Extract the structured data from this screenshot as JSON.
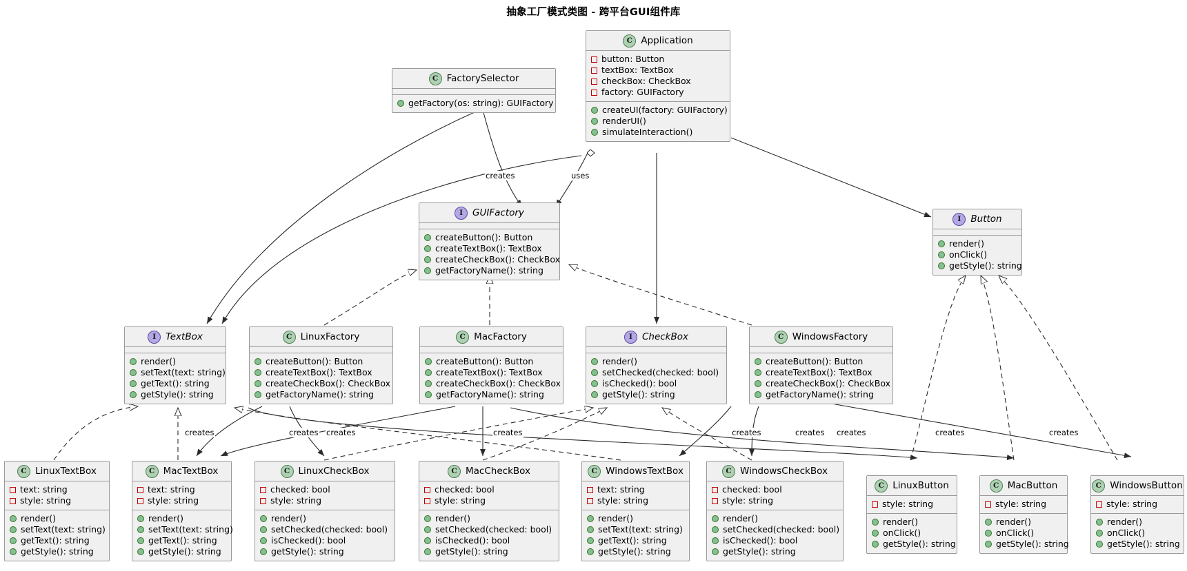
{
  "title": "抽象工厂模式类图 - 跨平台GUI组件库",
  "colors": {
    "box_fill": "#f0f0f0",
    "box_border": "#999999",
    "class_badge": "#add1b2",
    "interface_badge": "#b4a7e5",
    "private_marker": "#c00000",
    "public_marker": "#84bf96",
    "background": "#ffffff"
  },
  "classes": [
    {
      "id": "Application",
      "stereotype": "class",
      "badge": "C",
      "name": "Application",
      "attributes": [
        {
          "vis": "private",
          "text": "button: Button"
        },
        {
          "vis": "private",
          "text": "textBox: TextBox"
        },
        {
          "vis": "private",
          "text": "checkBox: CheckBox"
        },
        {
          "vis": "private",
          "text": "factory: GUIFactory"
        }
      ],
      "methods": [
        {
          "vis": "public",
          "text": "createUI(factory: GUIFactory)"
        },
        {
          "vis": "public",
          "text": "renderUI()"
        },
        {
          "vis": "public",
          "text": "simulateInteraction()"
        }
      ]
    },
    {
      "id": "FactorySelector",
      "stereotype": "class",
      "badge": "C",
      "name": "FactorySelector",
      "attributes": [],
      "methods": [
        {
          "vis": "public",
          "text": "getFactory(os: string): GUIFactory"
        }
      ]
    },
    {
      "id": "GUIFactory",
      "stereotype": "interface",
      "badge": "I",
      "name": "GUIFactory",
      "attributes": [],
      "methods": [
        {
          "vis": "public",
          "text": "createButton(): Button"
        },
        {
          "vis": "public",
          "text": "createTextBox(): TextBox"
        },
        {
          "vis": "public",
          "text": "createCheckBox(): CheckBox"
        },
        {
          "vis": "public",
          "text": "getFactoryName(): string"
        }
      ]
    },
    {
      "id": "Button",
      "stereotype": "interface",
      "badge": "I",
      "name": "Button",
      "attributes": [],
      "methods": [
        {
          "vis": "public",
          "text": "render()"
        },
        {
          "vis": "public",
          "text": "onClick()"
        },
        {
          "vis": "public",
          "text": "getStyle(): string"
        }
      ]
    },
    {
      "id": "TextBox",
      "stereotype": "interface",
      "badge": "I",
      "name": "TextBox",
      "attributes": [],
      "methods": [
        {
          "vis": "public",
          "text": "render()"
        },
        {
          "vis": "public",
          "text": "setText(text: string)"
        },
        {
          "vis": "public",
          "text": "getText(): string"
        },
        {
          "vis": "public",
          "text": "getStyle(): string"
        }
      ]
    },
    {
      "id": "CheckBox",
      "stereotype": "interface",
      "badge": "I",
      "name": "CheckBox",
      "attributes": [],
      "methods": [
        {
          "vis": "public",
          "text": "render()"
        },
        {
          "vis": "public",
          "text": "setChecked(checked: bool)"
        },
        {
          "vis": "public",
          "text": "isChecked(): bool"
        },
        {
          "vis": "public",
          "text": "getStyle(): string"
        }
      ]
    },
    {
      "id": "LinuxFactory",
      "stereotype": "class",
      "badge": "C",
      "name": "LinuxFactory",
      "attributes": [],
      "methods": [
        {
          "vis": "public",
          "text": "createButton(): Button"
        },
        {
          "vis": "public",
          "text": "createTextBox(): TextBox"
        },
        {
          "vis": "public",
          "text": "createCheckBox(): CheckBox"
        },
        {
          "vis": "public",
          "text": "getFactoryName(): string"
        }
      ]
    },
    {
      "id": "MacFactory",
      "stereotype": "class",
      "badge": "C",
      "name": "MacFactory",
      "attributes": [],
      "methods": [
        {
          "vis": "public",
          "text": "createButton(): Button"
        },
        {
          "vis": "public",
          "text": "createTextBox(): TextBox"
        },
        {
          "vis": "public",
          "text": "createCheckBox(): CheckBox"
        },
        {
          "vis": "public",
          "text": "getFactoryName(): string"
        }
      ]
    },
    {
      "id": "WindowsFactory",
      "stereotype": "class",
      "badge": "C",
      "name": "WindowsFactory",
      "attributes": [],
      "methods": [
        {
          "vis": "public",
          "text": "createButton(): Button"
        },
        {
          "vis": "public",
          "text": "createTextBox(): TextBox"
        },
        {
          "vis": "public",
          "text": "createCheckBox(): CheckBox"
        },
        {
          "vis": "public",
          "text": "getFactoryName(): string"
        }
      ]
    },
    {
      "id": "LinuxTextBox",
      "stereotype": "class",
      "badge": "C",
      "name": "LinuxTextBox",
      "attributes": [
        {
          "vis": "private",
          "text": "text: string"
        },
        {
          "vis": "private",
          "text": "style: string"
        }
      ],
      "methods": [
        {
          "vis": "public",
          "text": "render()"
        },
        {
          "vis": "public",
          "text": "setText(text: string)"
        },
        {
          "vis": "public",
          "text": "getText(): string"
        },
        {
          "vis": "public",
          "text": "getStyle(): string"
        }
      ]
    },
    {
      "id": "MacTextBox",
      "stereotype": "class",
      "badge": "C",
      "name": "MacTextBox",
      "attributes": [
        {
          "vis": "private",
          "text": "text: string"
        },
        {
          "vis": "private",
          "text": "style: string"
        }
      ],
      "methods": [
        {
          "vis": "public",
          "text": "render()"
        },
        {
          "vis": "public",
          "text": "setText(text: string)"
        },
        {
          "vis": "public",
          "text": "getText(): string"
        },
        {
          "vis": "public",
          "text": "getStyle(): string"
        }
      ]
    },
    {
      "id": "LinuxCheckBox",
      "stereotype": "class",
      "badge": "C",
      "name": "LinuxCheckBox",
      "attributes": [
        {
          "vis": "private",
          "text": "checked: bool"
        },
        {
          "vis": "private",
          "text": "style: string"
        }
      ],
      "methods": [
        {
          "vis": "public",
          "text": "render()"
        },
        {
          "vis": "public",
          "text": "setChecked(checked: bool)"
        },
        {
          "vis": "public",
          "text": "isChecked(): bool"
        },
        {
          "vis": "public",
          "text": "getStyle(): string"
        }
      ]
    },
    {
      "id": "MacCheckBox",
      "stereotype": "class",
      "badge": "C",
      "name": "MacCheckBox",
      "attributes": [
        {
          "vis": "private",
          "text": "checked: bool"
        },
        {
          "vis": "private",
          "text": "style: string"
        }
      ],
      "methods": [
        {
          "vis": "public",
          "text": "render()"
        },
        {
          "vis": "public",
          "text": "setChecked(checked: bool)"
        },
        {
          "vis": "public",
          "text": "isChecked(): bool"
        },
        {
          "vis": "public",
          "text": "getStyle(): string"
        }
      ]
    },
    {
      "id": "WindowsTextBox",
      "stereotype": "class",
      "badge": "C",
      "name": "WindowsTextBox",
      "attributes": [
        {
          "vis": "private",
          "text": "text: string"
        },
        {
          "vis": "private",
          "text": "style: string"
        }
      ],
      "methods": [
        {
          "vis": "public",
          "text": "render()"
        },
        {
          "vis": "public",
          "text": "setText(text: string)"
        },
        {
          "vis": "public",
          "text": "getText(): string"
        },
        {
          "vis": "public",
          "text": "getStyle(): string"
        }
      ]
    },
    {
      "id": "WindowsCheckBox",
      "stereotype": "class",
      "badge": "C",
      "name": "WindowsCheckBox",
      "attributes": [
        {
          "vis": "private",
          "text": "checked: bool"
        },
        {
          "vis": "private",
          "text": "style: string"
        }
      ],
      "methods": [
        {
          "vis": "public",
          "text": "render()"
        },
        {
          "vis": "public",
          "text": "setChecked(checked: bool)"
        },
        {
          "vis": "public",
          "text": "isChecked(): bool"
        },
        {
          "vis": "public",
          "text": "getStyle(): string"
        }
      ]
    },
    {
      "id": "LinuxButton",
      "stereotype": "class",
      "badge": "C",
      "name": "LinuxButton",
      "attributes": [
        {
          "vis": "private",
          "text": "style: string"
        }
      ],
      "methods": [
        {
          "vis": "public",
          "text": "render()"
        },
        {
          "vis": "public",
          "text": "onClick()"
        },
        {
          "vis": "public",
          "text": "getStyle(): string"
        }
      ]
    },
    {
      "id": "MacButton",
      "stereotype": "class",
      "badge": "C",
      "name": "MacButton",
      "attributes": [
        {
          "vis": "private",
          "text": "style: string"
        }
      ],
      "methods": [
        {
          "vis": "public",
          "text": "render()"
        },
        {
          "vis": "public",
          "text": "onClick()"
        },
        {
          "vis": "public",
          "text": "getStyle(): string"
        }
      ]
    },
    {
      "id": "WindowsButton",
      "stereotype": "class",
      "badge": "C",
      "name": "WindowsButton",
      "attributes": [
        {
          "vis": "private",
          "text": "style: string"
        }
      ],
      "methods": [
        {
          "vis": "public",
          "text": "render()"
        },
        {
          "vis": "public",
          "text": "onClick()"
        },
        {
          "vis": "public",
          "text": "getStyle(): string"
        }
      ]
    }
  ],
  "edge_labels": [
    {
      "id": "lbl-creates-factoryselector",
      "text": "creates"
    },
    {
      "id": "lbl-uses-application",
      "text": "uses"
    },
    {
      "id": "lbl-creates-linux-textbox",
      "text": "creates"
    },
    {
      "id": "lbl-creates-mac-textbox",
      "text": "creates"
    },
    {
      "id": "lbl-creates-linux-checkbox",
      "text": "creates"
    },
    {
      "id": "lbl-creates-mac-checkbox",
      "text": "creates"
    },
    {
      "id": "lbl-creates-windows-textbox",
      "text": "creates"
    },
    {
      "id": "lbl-creates-windows-checkbox",
      "text": "creates"
    },
    {
      "id": "lbl-creates-linux-button",
      "text": "creates"
    },
    {
      "id": "lbl-creates-mac-button",
      "text": "creates"
    },
    {
      "id": "lbl-creates-windows-button",
      "text": "creates"
    }
  ]
}
